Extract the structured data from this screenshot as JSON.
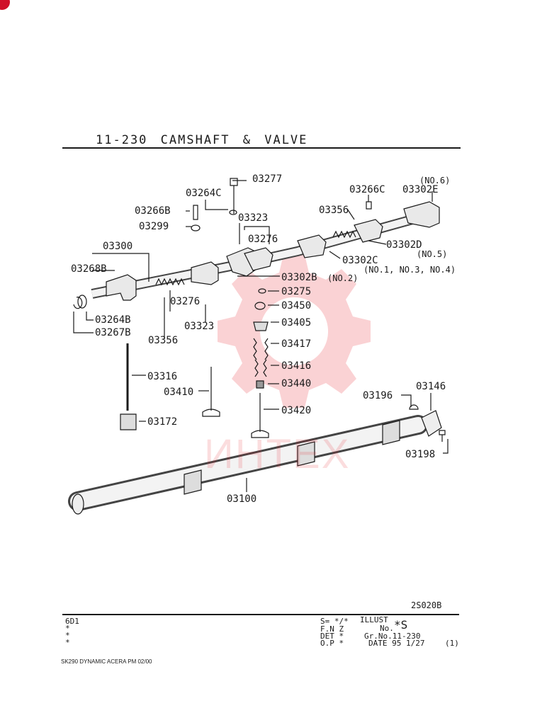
{
  "header": {
    "title": "11-230  CAMSHAFT & VALVE"
  },
  "watermark": {
    "text": "ИНТЕХ",
    "color": "#e8202a"
  },
  "parts": {
    "p03277": "03277",
    "p03264C": "03264C",
    "p03266B": "03266B",
    "p03299": "03299",
    "p03323a": "03323",
    "p03276a": "03276",
    "p03300": "03300",
    "p03268B": "03268B",
    "p03264B": "03264B",
    "p03267B": "03267B",
    "p03276b": "03276",
    "p03323b": "03323",
    "p03356a": "03356",
    "p03266C": "03266C",
    "p03302E": "03302E",
    "no6": "(NO.6)",
    "p03356b": "03356",
    "p03302D": "03302D",
    "no5": "(NO.5)",
    "p03302C": "03302C",
    "no134": "(NO.1, NO.3, NO.4)",
    "p03302B": "03302B",
    "no2": "(NO.2)",
    "p03275": "03275",
    "p03450": "03450",
    "p03405": "03405",
    "p03417": "03417",
    "p03416": "03416",
    "p03440": "03440",
    "p03420": "03420",
    "p03316": "03316",
    "p03410": "03410",
    "p03172": "03172",
    "p03196": "03196",
    "p03146": "03146",
    "p03198": "03198",
    "p03100": "03100",
    "figno": "2S020B"
  },
  "footer": {
    "code": "6D1",
    "stars": [
      "*",
      "*",
      "*"
    ],
    "s_label": "S= */*",
    "illust": "ILLUST",
    "no_label": "No.",
    "no_value": "*S",
    "fnz": "F.N Z",
    "det": "DET *",
    "gr": "Gr.No.11-230",
    "op": "O.P *",
    "date": "DATE 95 1/27",
    "page": "(1)",
    "model": "SK290 DYNAMIC ACERA PM 02/00"
  }
}
